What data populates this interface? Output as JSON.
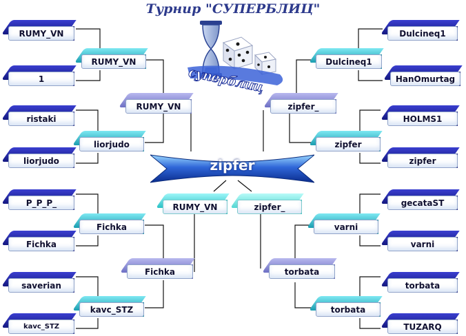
{
  "title": "Турнир \"СУПЕРБЛИЦ\"",
  "logo_text": "суперблиц",
  "champion": "zipfer",
  "left": {
    "round1": [
      "RUMY_VN",
      "1",
      "ristaki",
      "liorjudo",
      "P_P_P_",
      "Fichka",
      "saverian",
      "kavc_STZ"
    ],
    "round2": [
      "RUMY_VN",
      "liorjudo",
      "Fichka",
      "kavc_STZ"
    ],
    "round3": [
      "RUMY_VN",
      "Fichka"
    ]
  },
  "right": {
    "round1": [
      "Dulcineq1",
      "HanOmurtag",
      "HOLMS1",
      "zipfer",
      "gecataST",
      "varni",
      "torbata",
      "TUZARQ"
    ],
    "round2": [
      "Dulcineq1",
      "zipfer",
      "varni",
      "torbata"
    ],
    "round3": [
      "zipfer_",
      "torbata"
    ]
  },
  "final": [
    "RUMY_VN",
    "zipfer_"
  ]
}
